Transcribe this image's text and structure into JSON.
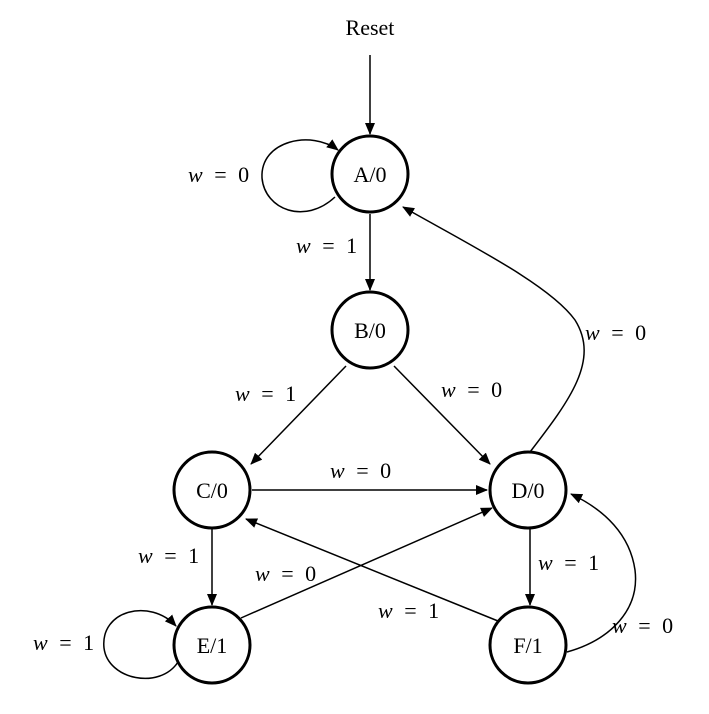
{
  "reset_label": "Reset",
  "colors": {
    "stroke": "#000000",
    "background": "#ffffff"
  },
  "states": [
    {
      "id": "A",
      "label": "A/0"
    },
    {
      "id": "B",
      "label": "B/0"
    },
    {
      "id": "C",
      "label": "C/0"
    },
    {
      "id": "D",
      "label": "D/0"
    },
    {
      "id": "E",
      "label": "E/1"
    },
    {
      "id": "F",
      "label": "F/1"
    }
  ],
  "transitions": [
    {
      "from": "A",
      "to": "A",
      "var": "w",
      "eq": "=",
      "val": "0"
    },
    {
      "from": "A",
      "to": "B",
      "var": "w",
      "eq": "=",
      "val": "1"
    },
    {
      "from": "B",
      "to": "C",
      "var": "w",
      "eq": "=",
      "val": "1"
    },
    {
      "from": "B",
      "to": "D",
      "var": "w",
      "eq": "=",
      "val": "0"
    },
    {
      "from": "C",
      "to": "D",
      "var": "w",
      "eq": "=",
      "val": "0"
    },
    {
      "from": "D",
      "to": "A",
      "var": "w",
      "eq": "=",
      "val": "0"
    },
    {
      "from": "C",
      "to": "E",
      "var": "w",
      "eq": "=",
      "val": "1"
    },
    {
      "from": "E",
      "to": "D",
      "var": "w",
      "eq": "=",
      "val": "0"
    },
    {
      "from": "F",
      "to": "C",
      "var": "w",
      "eq": "=",
      "val": "1"
    },
    {
      "from": "D",
      "to": "F",
      "var": "w",
      "eq": "=",
      "val": "1"
    },
    {
      "from": "F",
      "to": "D",
      "var": "w",
      "eq": "=",
      "val": "0"
    },
    {
      "from": "E",
      "to": "E",
      "var": "w",
      "eq": "=",
      "val": "1"
    }
  ]
}
